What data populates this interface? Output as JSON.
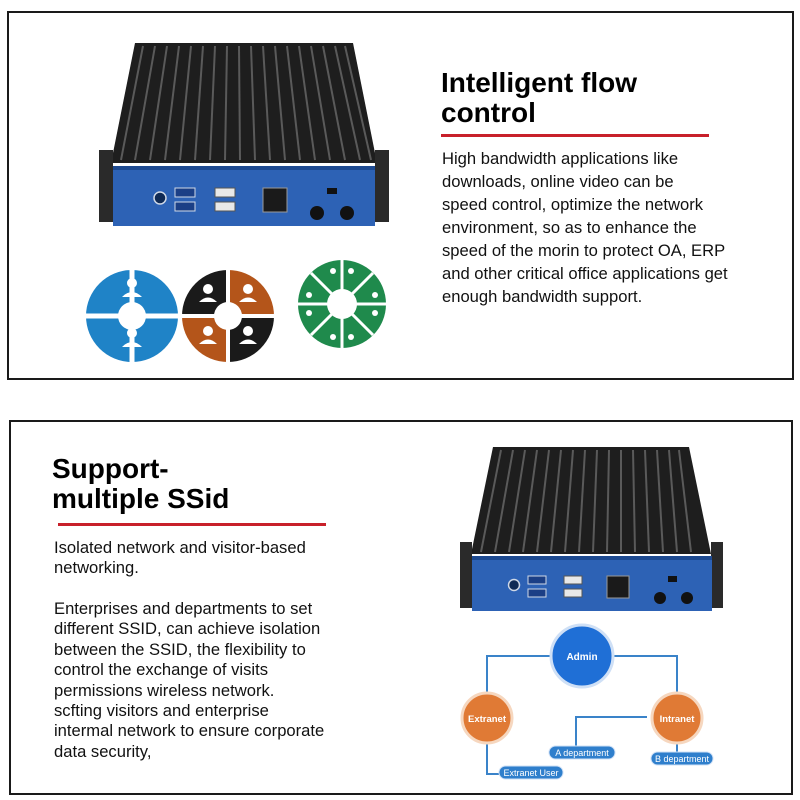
{
  "section1": {
    "title_line1": "Intelligent flow",
    "title_line2": "control",
    "paragraph": "High bandwidth applications like\ndownloads, online video can be\nspeed control, optimize the network\nenvironment, so as to enhance the\nspeed of the morin to protect OA, ERP\nand other critical office applications get\nenough bandwidth support."
  },
  "section2": {
    "title_line1": "Support-",
    "title_line2": "multiple SSid",
    "paragraph1": "Isolated network and visitor-based\nnetworking.",
    "paragraph2": "Enterprises and departments to set\ndifferent SSID, can achieve isolation\nbetween the SSID, the flexibility to\ncontrol the exchange of visits\npermissions wireless network.\nscfting visitors and enterprise\nintermal network to ensure corporate\ndata security,"
  },
  "diagram": {
    "admin": "Admin",
    "extranet": "Extranet",
    "intranet": "Intranet",
    "a_department": "A department",
    "b_department": "B department",
    "extranet_user": "Extranet User"
  },
  "colors": {
    "accent_red": "#c8202a",
    "device_blue": "#2d62b5",
    "heatsink": "#1e1e1e",
    "circle_blue": "#1f83c7",
    "circle_brown": "#b4551a",
    "circle_green": "#1f8a4c",
    "node_orange": "#e07a35",
    "node_blue": "#1f6fd6",
    "pill_blue": "#2f7fcc"
  },
  "icons": [
    "mini-pc-device-image",
    "user-icon",
    "bandwidth-circle-icon",
    "network-diagram"
  ]
}
